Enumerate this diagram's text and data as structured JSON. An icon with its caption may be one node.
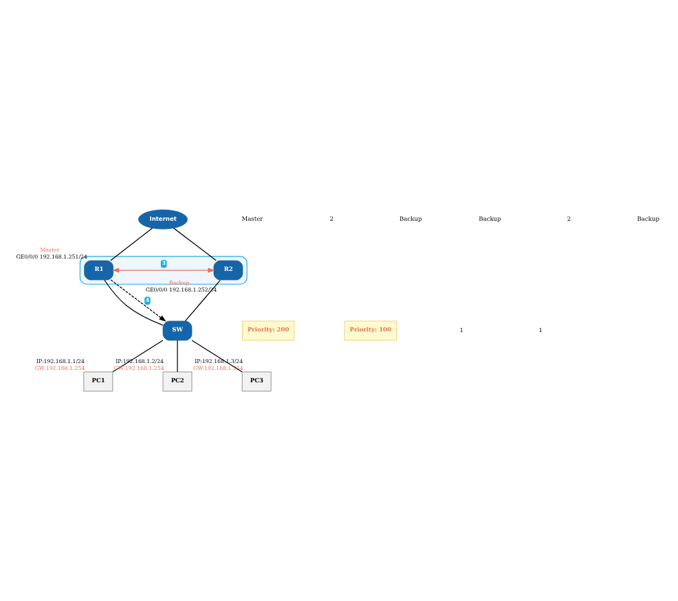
{
  "diagram": {
    "nodes": [
      {
        "text": [
          "Internet"
        ]
      },
      {
        "text": [],
        "shape": "ellipse"
      },
      {
        "text": [
          "R1"
        ],
        "in": 1,
        "beside": [
          "Master",
          "GE0/0/0 192.168.1.251/24"
        ]
      },
      {
        "text": [
          "R2"
        ],
        "in": 1,
        "beside": [
          "Backup",
          "GE0/0/0 192.168.1.252/24"
        ]
      },
      {
        "text": [
          "Priority: 200"
        ]
      },
      {
        "text": [
          "Priority: 100"
        ]
      },
      {
        "text": [
          "SW"
        ]
      },
      {
        "text": [
          "PC1"
        ],
        "beside": [
          "IP:192.168.1.1/24",
          "GW:192.168.1.254"
        ]
      },
      {
        "text": [
          "PC2"
        ],
        "beside": [
          "IP:192.168.1.2/24",
          "GW:192.168.1.254"
        ]
      },
      {
        "text": [
          "PC3"
        ],
        "beside": [
          "IP:192.168.1.3/24",
          "GW:192.168.1.254"
        ]
      }
    ],
    "edges": [
      {
        "from": 0,
        "to": 2,
        "arrow": "none"
      },
      {
        "from": 0,
        "to": 3,
        "arrow": "none"
      },
      {
        "from": 2,
        "to": 6,
        "arrow": "none"
      },
      {
        "from": 3,
        "to": 6,
        "arrow": "none"
      },
      {
        "from": 2,
        "to": 3,
        "arrow": "both",
        "color": "#e8705f",
        "label": "3"
      },
      {
        "from": 2,
        "to": 6,
        "arrow": "to",
        "style": "dashed",
        "label": "4"
      },
      {
        "from": 6,
        "to": 7,
        "arrow": "none"
      },
      {
        "from": 6,
        "to": 8,
        "arrow": "none"
      },
      {
        "from": 6,
        "to": 9,
        "arrow": "none"
      }
    ],
    "labels": [
      "Master",
      "2",
      "Backup",
      "Backup",
      "2",
      "Backup",
      "1",
      "1"
    ]
  }
}
